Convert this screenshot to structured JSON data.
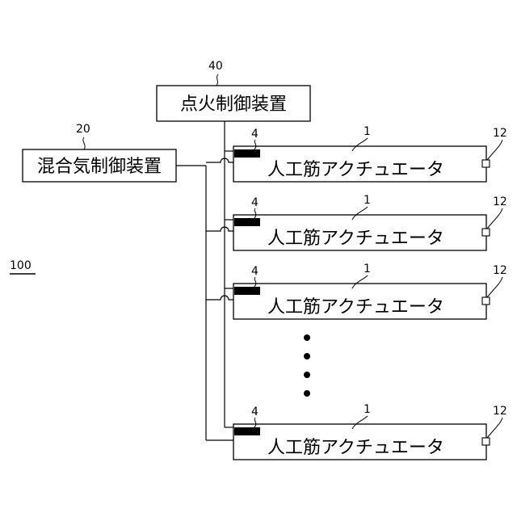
{
  "figure_ref": "100",
  "ignition_controller": {
    "label": "点火制御装置",
    "ref": "40"
  },
  "mixture_controller": {
    "label": "混合気制御装置",
    "ref": "20"
  },
  "actuators": [
    {
      "label": "人工筋アクチュエータ",
      "ref": "1",
      "igniter_ref": "4",
      "port_ref": "12"
    },
    {
      "label": "人工筋アクチュエータ",
      "ref": "1",
      "igniter_ref": "4",
      "port_ref": "12"
    },
    {
      "label": "人工筋アクチュエータ",
      "ref": "1",
      "igniter_ref": "4",
      "port_ref": "12"
    },
    {
      "label": "人工筋アクチュエータ",
      "ref": "1",
      "igniter_ref": "4",
      "port_ref": "12"
    }
  ],
  "ellipsis_dots": 4
}
